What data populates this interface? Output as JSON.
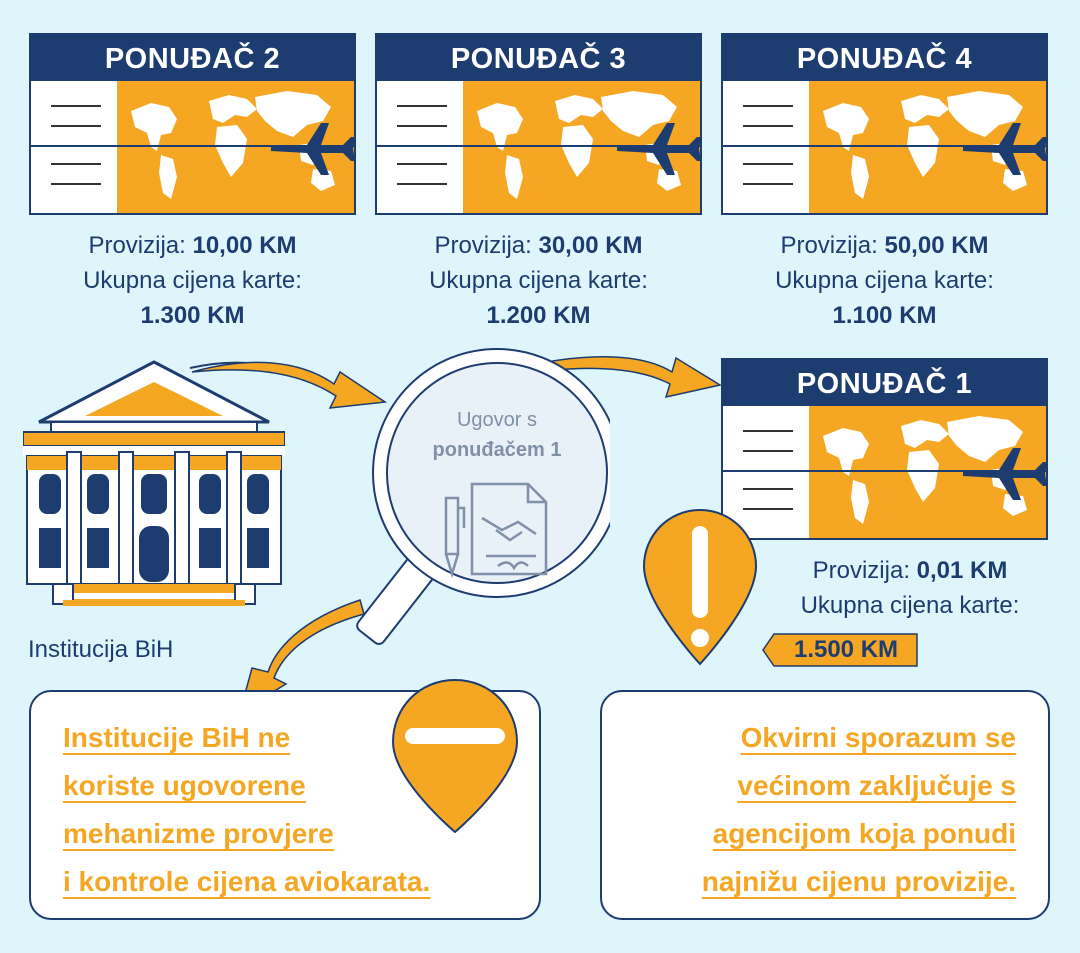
{
  "colors": {
    "navy": "#1d3c70",
    "orange": "#f5a623",
    "background": "#def6fb"
  },
  "tickets": [
    {
      "title": "PONUĐAČ 2",
      "provizija_label": "Provizija:",
      "provizija_value": "10,00 KM",
      "price_label": "Ukupna cijena karte:",
      "price_value": "1.300 KM"
    },
    {
      "title": "PONUĐAČ 3",
      "provizija_label": "Provizija:",
      "provizija_value": "30,00 KM",
      "price_label": "Ukupna cijena karte:",
      "price_value": "1.200 KM"
    },
    {
      "title": "PONUĐAČ 4",
      "provizija_label": "Provizija:",
      "provizija_value": "50,00 KM",
      "price_label": "Ukupna cijena karte:",
      "price_value": "1.100 KM"
    },
    {
      "title": "PONUĐAČ 1",
      "provizija_label": "Provizija:",
      "provizija_value": "0,01 KM",
      "price_label": "Ukupna cijena karte:",
      "price_value": "1.500 KM"
    }
  ],
  "institution_label": "Institucija BiH",
  "magnifier": {
    "line1": "Ugovor s",
    "line2": "ponuđačem 1"
  },
  "left_card": [
    "Institucije BiH ne",
    "koriste ugovorene",
    "mehanizme provjere",
    "i kontrole cijena aviokarata."
  ],
  "right_card": [
    "Okvirni sporazum se",
    "većinom zaključuje s",
    "agencijom koja ponudi",
    "najnižu cijenu provizije."
  ],
  "icons": {
    "plane": "airplane-icon",
    "map": "world-map-icon",
    "building": "institution-building-icon",
    "warning": "exclamation-pin-icon",
    "minus": "minus-pin-icon",
    "contract": "contract-handshake-icon",
    "pen": "pen-icon"
  }
}
